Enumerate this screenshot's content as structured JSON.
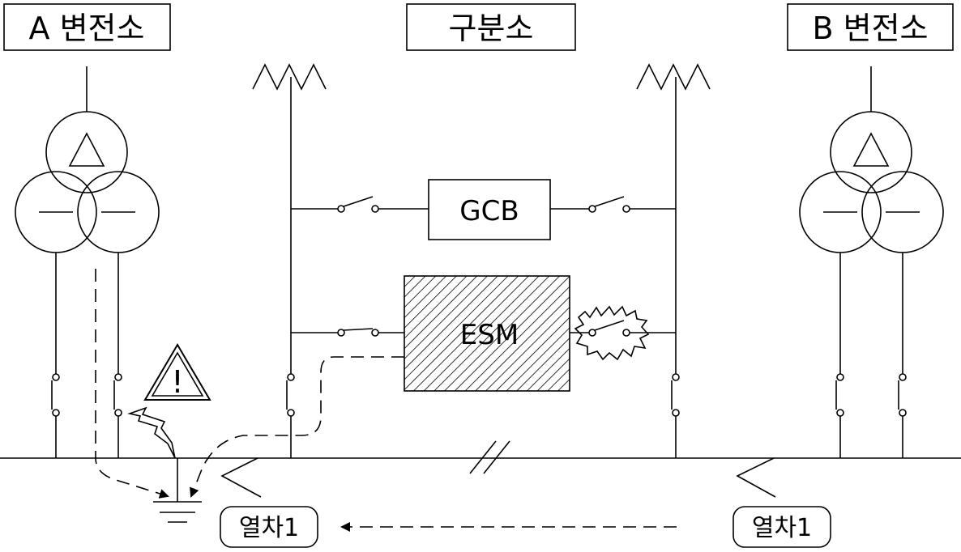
{
  "stations": {
    "a": "A 변전소",
    "sectioning": "구분소",
    "b": "B 변전소"
  },
  "devices": {
    "gcb": "GCB",
    "esm": "ESM"
  },
  "warning": {
    "symbol": "!"
  },
  "trains": {
    "left": "열차1",
    "right": "열차1"
  },
  "colors": {
    "line": "#000000",
    "background": "#ffffff"
  }
}
